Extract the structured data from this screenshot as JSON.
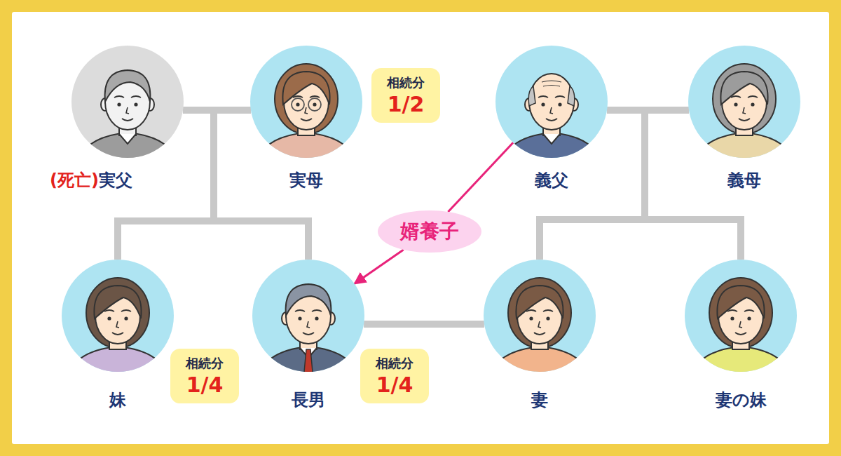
{
  "diagram": {
    "nodes": [
      {
        "text": [
          "(死亡)",
          "実父"
        ]
      },
      {
        "text": [
          "実母"
        ]
      },
      {
        "text": [
          "相続分",
          "1/2"
        ]
      },
      {
        "text": [
          "義父"
        ]
      },
      {
        "text": [
          "義母"
        ]
      },
      {
        "text": [
          "婿養子"
        ]
      },
      {
        "text": [
          "妹"
        ]
      },
      {
        "text": [
          "相続分",
          "1/4"
        ]
      },
      {
        "text": [
          "長男"
        ]
      },
      {
        "text": [
          "相続分",
          "1/4"
        ]
      },
      {
        "text": [
          "妻"
        ]
      },
      {
        "text": [
          "妻の妹"
        ]
      }
    ],
    "edges": [
      {
        "from": 0,
        "to": 1,
        "arrow": "none"
      },
      {
        "from": 0,
        "to": 6,
        "arrow": "none"
      },
      {
        "from": 0,
        "to": 8,
        "arrow": "none"
      },
      {
        "from": 1,
        "to": 6,
        "arrow": "none"
      },
      {
        "from": 1,
        "to": 8,
        "arrow": "none"
      },
      {
        "from": 3,
        "to": 4,
        "arrow": "none"
      },
      {
        "from": 3,
        "to": 10,
        "arrow": "none"
      },
      {
        "from": 3,
        "to": 11,
        "arrow": "none"
      },
      {
        "from": 4,
        "to": 10,
        "arrow": "none"
      },
      {
        "from": 4,
        "to": 11,
        "arrow": "none"
      },
      {
        "from": 8,
        "to": 10,
        "arrow": "none"
      },
      {
        "from": 3,
        "to": 5,
        "arrow": "none"
      },
      {
        "from": 5,
        "to": 8,
        "arrow": "to"
      }
    ]
  }
}
